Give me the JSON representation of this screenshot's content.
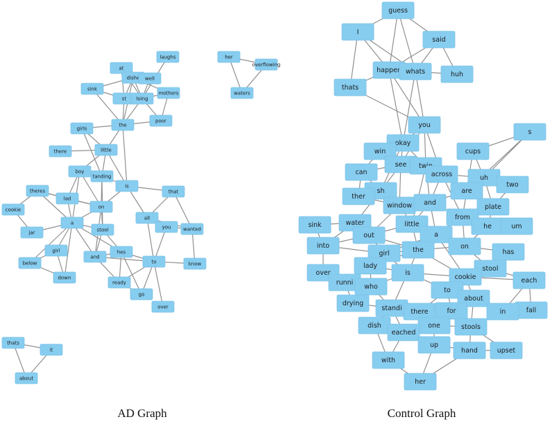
{
  "captions": {
    "ad": "AD Graph",
    "control": "Control Graph"
  },
  "ad_graph": {
    "nodes": [
      "laughs",
      "at",
      "dishe",
      "well",
      "her",
      "overflowing",
      "sink",
      "mothers",
      "waters",
      "st",
      "loing",
      "poor",
      "girls",
      "the",
      "little",
      "there",
      "boy",
      "tanding",
      "is",
      "that",
      "theres",
      "lad",
      "on",
      "cookie",
      "all",
      "you",
      "wanted",
      "jar",
      "a",
      "stool",
      "girl",
      "hes",
      "and",
      "to",
      "know",
      "below",
      "down",
      "ready",
      "go",
      "over",
      "thats",
      "it",
      "about"
    ],
    "edges": [
      [
        "at",
        "dishe"
      ],
      [
        "at",
        "well"
      ],
      [
        "at",
        "st"
      ],
      [
        "at",
        "loing"
      ],
      [
        "dishe",
        "well"
      ],
      [
        "dishe",
        "st"
      ],
      [
        "dishe",
        "loing"
      ],
      [
        "dishe",
        "mothers"
      ],
      [
        "well",
        "loing"
      ],
      [
        "laughs",
        "loing"
      ],
      [
        "sink",
        "st"
      ],
      [
        "sink",
        "dishe"
      ],
      [
        "sink",
        "the"
      ],
      [
        "st",
        "loing"
      ],
      [
        "st",
        "the"
      ],
      [
        "loing",
        "mothers"
      ],
      [
        "loing",
        "poor"
      ],
      [
        "mothers",
        "poor"
      ],
      [
        "dishe",
        "the"
      ],
      [
        "loing",
        "the"
      ],
      [
        "the",
        "poor"
      ],
      [
        "the",
        "girls"
      ],
      [
        "the",
        "little"
      ],
      [
        "the",
        "is"
      ],
      [
        "girls",
        "little"
      ],
      [
        "girls",
        "tanding"
      ],
      [
        "there",
        "little"
      ],
      [
        "little",
        "boy"
      ],
      [
        "little",
        "tanding"
      ],
      [
        "little",
        "is"
      ],
      [
        "boy",
        "tanding"
      ],
      [
        "boy",
        "lad"
      ],
      [
        "boy",
        "on"
      ],
      [
        "boy",
        "a"
      ],
      [
        "tanding",
        "on"
      ],
      [
        "tanding",
        "is"
      ],
      [
        "tanding",
        "stool"
      ],
      [
        "is",
        "on"
      ],
      [
        "is",
        "all"
      ],
      [
        "is",
        "that"
      ],
      [
        "theres",
        "lad"
      ],
      [
        "theres",
        "a"
      ],
      [
        "theres",
        "cookie"
      ],
      [
        "theres",
        "on"
      ],
      [
        "cookie",
        "jar"
      ],
      [
        "jar",
        "a"
      ],
      [
        "lad",
        "on"
      ],
      [
        "lad",
        "a"
      ],
      [
        "on",
        "a"
      ],
      [
        "on",
        "stool"
      ],
      [
        "on",
        "and"
      ],
      [
        "a",
        "girl"
      ],
      [
        "a",
        "below"
      ],
      [
        "a",
        "down"
      ],
      [
        "a",
        "and"
      ],
      [
        "a",
        "stool"
      ],
      [
        "a",
        "hes"
      ],
      [
        "stool",
        "and"
      ],
      [
        "stool",
        "hes"
      ],
      [
        "and",
        "hes"
      ],
      [
        "and",
        "ready"
      ],
      [
        "and",
        "to"
      ],
      [
        "hes",
        "to"
      ],
      [
        "hes",
        "ready"
      ],
      [
        "hes",
        "go"
      ],
      [
        "girl",
        "below"
      ],
      [
        "girl",
        "down"
      ],
      [
        "below",
        "down"
      ],
      [
        "all",
        "you"
      ],
      [
        "all",
        "to"
      ],
      [
        "all",
        "wanted"
      ],
      [
        "you",
        "wanted"
      ],
      [
        "you",
        "to"
      ],
      [
        "that",
        "wanted"
      ],
      [
        "that",
        "all"
      ],
      [
        "wanted",
        "know"
      ],
      [
        "to",
        "know"
      ],
      [
        "to",
        "go"
      ],
      [
        "to",
        "over"
      ],
      [
        "to",
        "ready"
      ],
      [
        "ready",
        "go"
      ],
      [
        "her",
        "overflowing"
      ],
      [
        "her",
        "waters"
      ],
      [
        "overflowing",
        "waters"
      ],
      [
        "thats",
        "it"
      ],
      [
        "thats",
        "about"
      ],
      [
        "it",
        "about"
      ]
    ]
  },
  "control_graph": {
    "nodes": [
      "guess",
      "I",
      "said",
      "happen",
      "whats",
      "huh",
      "thats",
      "you",
      "s",
      "okay",
      "cups",
      "win",
      "see",
      "twin",
      "can",
      "across",
      "uh",
      "sh",
      "are",
      "two",
      "ther",
      "window",
      "and",
      "plate",
      "sink",
      "water",
      "little",
      "from",
      "he",
      "um",
      "out",
      "a",
      "into",
      "girl",
      "the",
      "on",
      "has",
      "lady",
      "stool",
      "over",
      "is",
      "cookie",
      "each",
      "runni",
      "who",
      "to",
      "drying",
      "about",
      "fall",
      "standi",
      "there",
      "for",
      "in",
      "dish",
      "one",
      "eached",
      "stools",
      "up",
      "hand",
      "upset",
      "with",
      "her"
    ],
    "edges": [
      [
        "guess",
        "I"
      ],
      [
        "guess",
        "happen"
      ],
      [
        "guess",
        "whats"
      ],
      [
        "guess",
        "said"
      ],
      [
        "I",
        "happen"
      ],
      [
        "I",
        "whats"
      ],
      [
        "I",
        "thats"
      ],
      [
        "said",
        "whats"
      ],
      [
        "said",
        "huh"
      ],
      [
        "said",
        "happen"
      ],
      [
        "happen",
        "whats"
      ],
      [
        "happen",
        "thats"
      ],
      [
        "happen",
        "you"
      ],
      [
        "happen",
        "okay"
      ],
      [
        "whats",
        "huh"
      ],
      [
        "whats",
        "you"
      ],
      [
        "whats",
        "okay"
      ],
      [
        "thats",
        "you"
      ],
      [
        "you",
        "okay"
      ],
      [
        "you",
        "see"
      ],
      [
        "you",
        "twin"
      ],
      [
        "you",
        "across"
      ],
      [
        "okay",
        "win"
      ],
      [
        "okay",
        "see"
      ],
      [
        "okay",
        "twin"
      ],
      [
        "okay",
        "sh"
      ],
      [
        "win",
        "see"
      ],
      [
        "win",
        "can"
      ],
      [
        "see",
        "twin"
      ],
      [
        "see",
        "can"
      ],
      [
        "see",
        "sh"
      ],
      [
        "see",
        "window"
      ],
      [
        "twin",
        "across"
      ],
      [
        "twin",
        "and"
      ],
      [
        "twin",
        "little"
      ],
      [
        "can",
        "sh"
      ],
      [
        "can",
        "ther"
      ],
      [
        "sh",
        "ther"
      ],
      [
        "sh",
        "window"
      ],
      [
        "sh",
        "water"
      ],
      [
        "across",
        "uh"
      ],
      [
        "across",
        "are"
      ],
      [
        "across",
        "and"
      ],
      [
        "across",
        "from"
      ],
      [
        "cups",
        "uh"
      ],
      [
        "cups",
        "s"
      ],
      [
        "cups",
        "are"
      ],
      [
        "s",
        "are"
      ],
      [
        "s",
        "uh"
      ],
      [
        "uh",
        "two"
      ],
      [
        "uh",
        "are"
      ],
      [
        "uh",
        "plate"
      ],
      [
        "are",
        "plate"
      ],
      [
        "are",
        "and"
      ],
      [
        "are",
        "from"
      ],
      [
        "two",
        "plate"
      ],
      [
        "ther",
        "window"
      ],
      [
        "window",
        "and"
      ],
      [
        "window",
        "little"
      ],
      [
        "window",
        "out"
      ],
      [
        "and",
        "little"
      ],
      [
        "and",
        "a"
      ],
      [
        "and",
        "from"
      ],
      [
        "plate",
        "from"
      ],
      [
        "plate",
        "he"
      ],
      [
        "from",
        "he"
      ],
      [
        "from",
        "a"
      ],
      [
        "from",
        "on"
      ],
      [
        "he",
        "um"
      ],
      [
        "he",
        "on"
      ],
      [
        "sink",
        "water"
      ],
      [
        "sink",
        "into"
      ],
      [
        "water",
        "out"
      ],
      [
        "water",
        "into"
      ],
      [
        "little",
        "a"
      ],
      [
        "little",
        "the"
      ],
      [
        "little",
        "out"
      ],
      [
        "out",
        "into"
      ],
      [
        "out",
        "girl"
      ],
      [
        "out",
        "the"
      ],
      [
        "a",
        "the"
      ],
      [
        "a",
        "on"
      ],
      [
        "a",
        "girl"
      ],
      [
        "a",
        "cookie"
      ],
      [
        "into",
        "girl"
      ],
      [
        "into",
        "over"
      ],
      [
        "girl",
        "the"
      ],
      [
        "girl",
        "lady"
      ],
      [
        "girl",
        "is"
      ],
      [
        "the",
        "on"
      ],
      [
        "the",
        "is"
      ],
      [
        "the",
        "cookie"
      ],
      [
        "the",
        "lady"
      ],
      [
        "on",
        "has"
      ],
      [
        "on",
        "stool"
      ],
      [
        "has",
        "stool"
      ],
      [
        "stool",
        "each"
      ],
      [
        "stool",
        "cookie"
      ],
      [
        "lady",
        "is"
      ],
      [
        "lady",
        "runni"
      ],
      [
        "lady",
        "who"
      ],
      [
        "over",
        "runni"
      ],
      [
        "runni",
        "who"
      ],
      [
        "runni",
        "drying"
      ],
      [
        "who",
        "is"
      ],
      [
        "who",
        "standi"
      ],
      [
        "is",
        "cookie"
      ],
      [
        "is",
        "to"
      ],
      [
        "is",
        "standi"
      ],
      [
        "cookie",
        "to"
      ],
      [
        "cookie",
        "about"
      ],
      [
        "cookie",
        "each"
      ],
      [
        "each",
        "in"
      ],
      [
        "each",
        "fall"
      ],
      [
        "to",
        "about"
      ],
      [
        "to",
        "for"
      ],
      [
        "to",
        "there"
      ],
      [
        "about",
        "in"
      ],
      [
        "about",
        "stools"
      ],
      [
        "in",
        "fall"
      ],
      [
        "drying",
        "standi"
      ],
      [
        "standi",
        "there"
      ],
      [
        "standi",
        "dish"
      ],
      [
        "standi",
        "eached"
      ],
      [
        "there",
        "for"
      ],
      [
        "there",
        "one"
      ],
      [
        "for",
        "stools"
      ],
      [
        "for",
        "one"
      ],
      [
        "dish",
        "eached"
      ],
      [
        "dish",
        "with"
      ],
      [
        "one",
        "eached"
      ],
      [
        "one",
        "up"
      ],
      [
        "one",
        "stools"
      ],
      [
        "eached",
        "up"
      ],
      [
        "eached",
        "with"
      ],
      [
        "stools",
        "hand"
      ],
      [
        "stools",
        "upset"
      ],
      [
        "up",
        "hand"
      ],
      [
        "up",
        "her"
      ],
      [
        "hand",
        "upset"
      ],
      [
        "with",
        "her"
      ],
      [
        "her",
        "hand"
      ]
    ]
  }
}
